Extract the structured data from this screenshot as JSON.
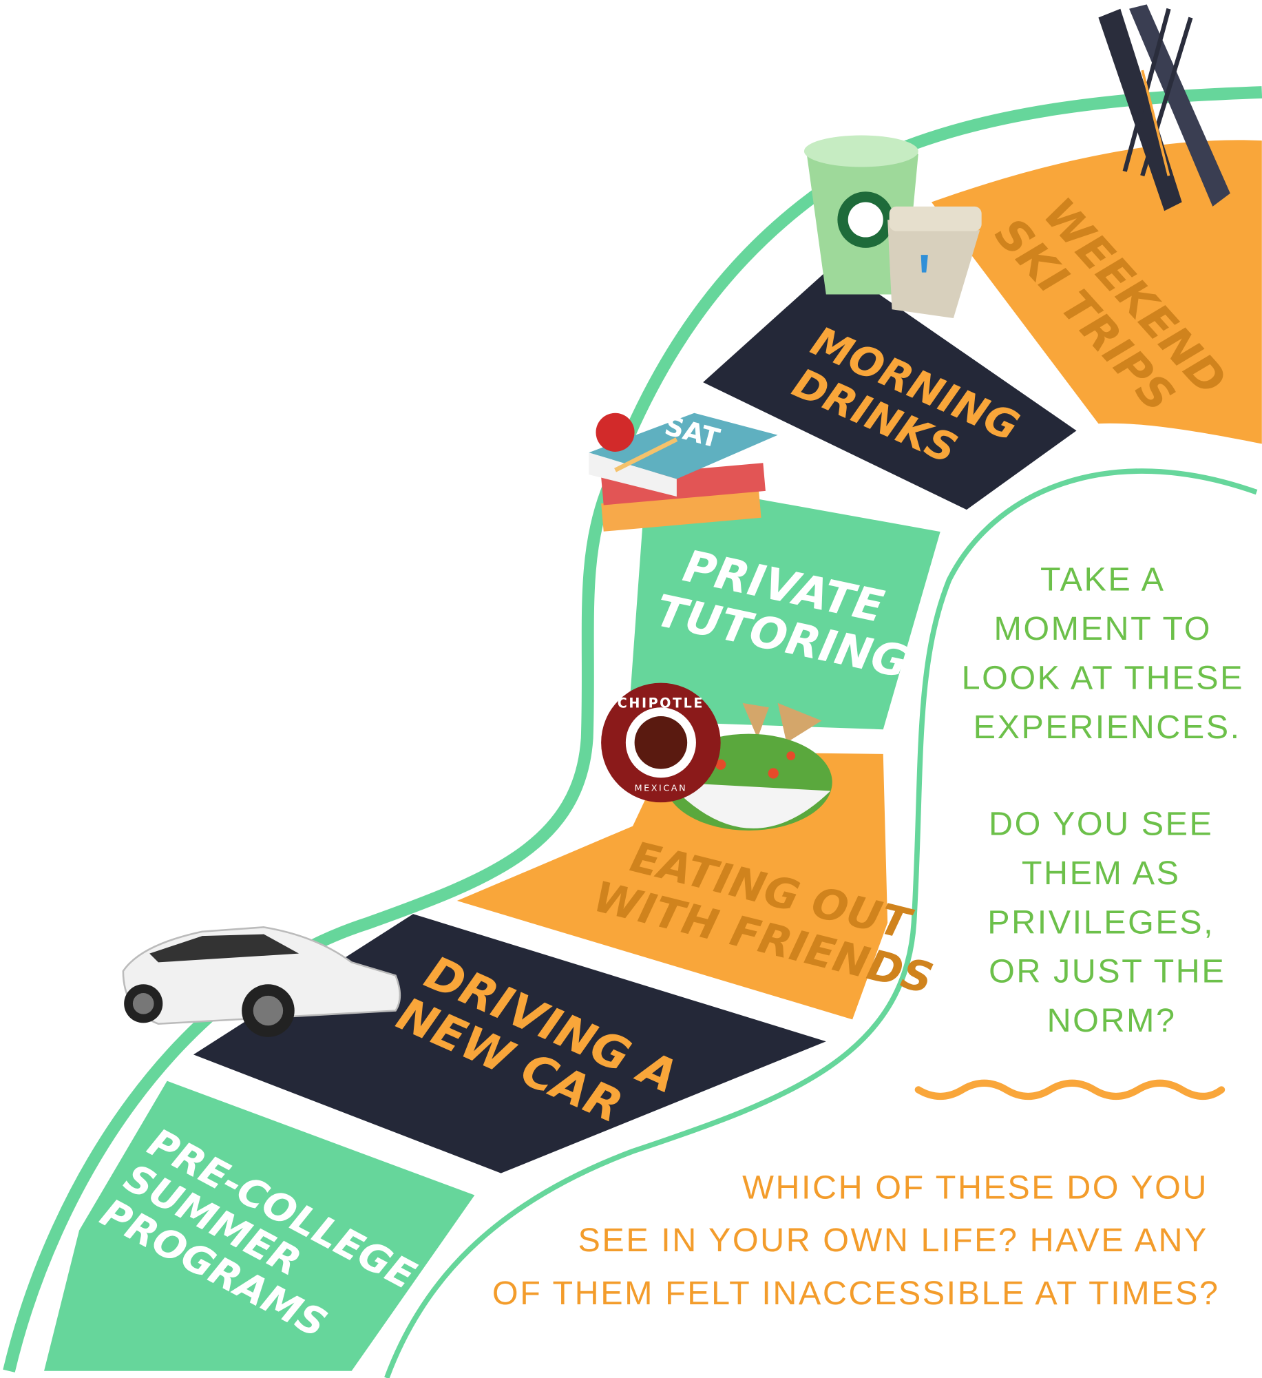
{
  "steps": [
    {
      "id": "pre-college",
      "lines": [
        "PRE-COLLEGE",
        "SUMMER",
        "PROGRAMS"
      ]
    },
    {
      "id": "car",
      "lines": [
        "DRIVING A",
        "NEW CAR"
      ]
    },
    {
      "id": "eating",
      "lines": [
        "EATING OUT",
        "WITH FRIENDS"
      ]
    },
    {
      "id": "tutoring",
      "lines": [
        "PRIVATE",
        "TUTORING"
      ]
    },
    {
      "id": "drinks",
      "lines": [
        "MORNING",
        "DRINKS"
      ]
    },
    {
      "id": "ski",
      "lines": [
        "WEEKEND",
        "SKI TRIPS"
      ]
    }
  ],
  "reflection": {
    "block1": [
      "TAKE A",
      "MOMENT TO",
      "LOOK AT THESE",
      "EXPERIENCES."
    ],
    "block2": [
      "DO YOU SEE",
      "THEM AS",
      "PRIVILEGES,",
      "OR JUST THE",
      "NORM?"
    ]
  },
  "question": [
    "WHICH OF THESE DO YOU",
    "SEE IN YOUR OWN LIFE? HAVE ANY",
    "OF THEM FELT INACCESSIBLE  AT TIMES?"
  ],
  "logos": {
    "book": "SAT",
    "chipotle": "CHIPOTLE",
    "chipotle_sub": "MEXICAN"
  },
  "colors": {
    "green": "#66d69b",
    "dark": "#242838",
    "orange": "#f9a63a",
    "note_green": "#6cc04a",
    "question_orange": "#f39c2b"
  }
}
